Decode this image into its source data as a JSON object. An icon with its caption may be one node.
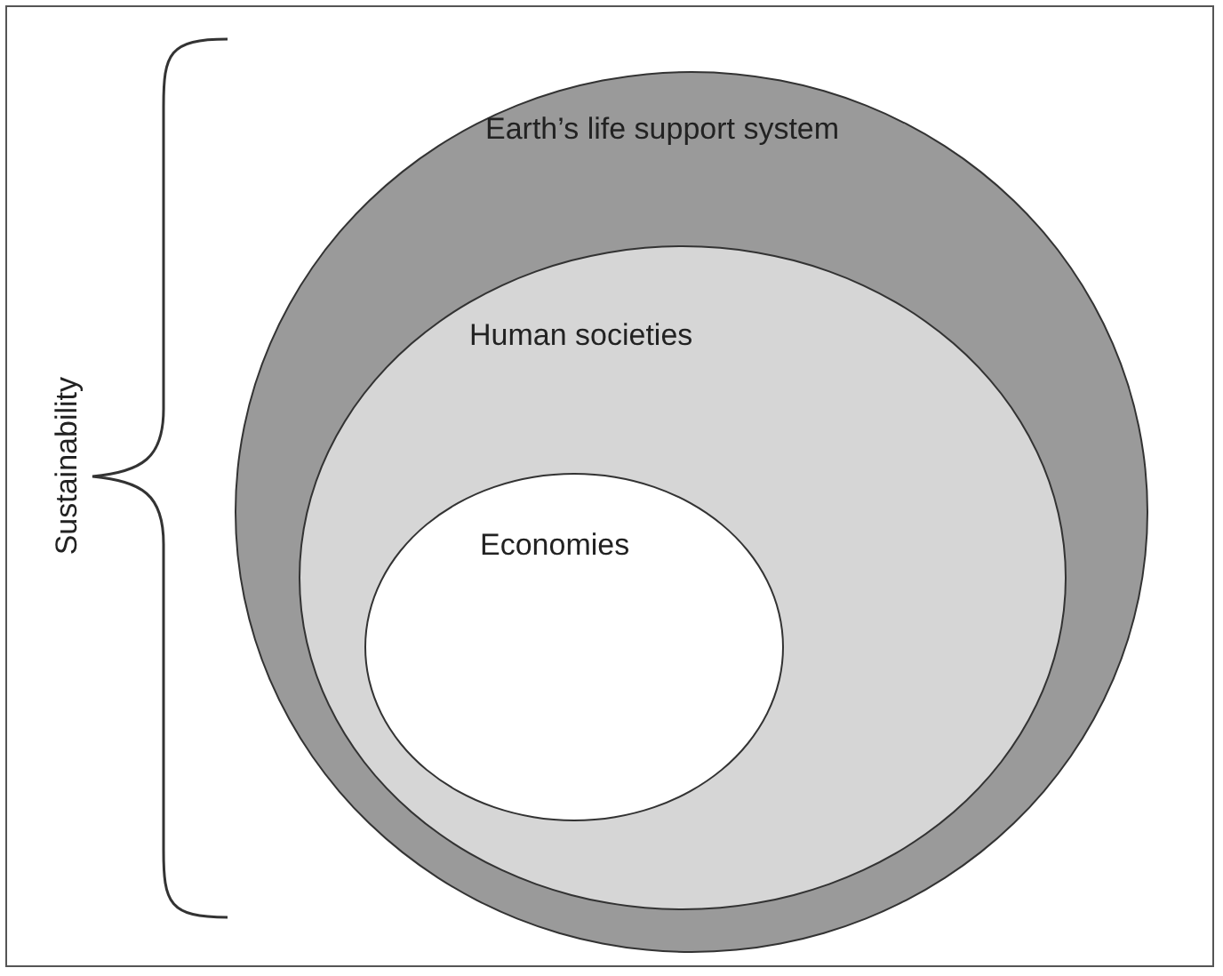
{
  "diagram": {
    "nodes": [
      {
        "text": [
          "Earth’s life support system"
        ]
      },
      {
        "text": [
          "Human societies"
        ],
        "in": 0
      },
      {
        "text": [
          "Economies"
        ],
        "in": 1
      }
    ],
    "labels": [
      "Sustainability"
    ]
  }
}
